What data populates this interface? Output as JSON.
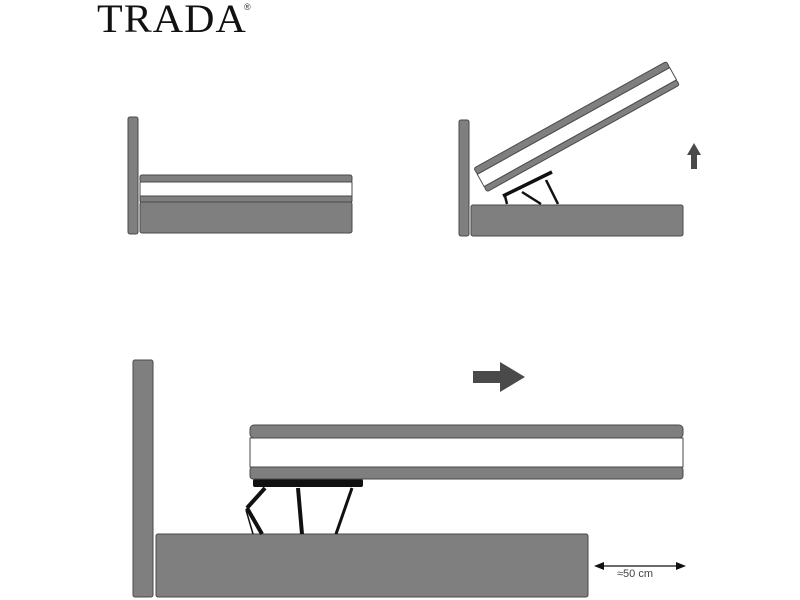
{
  "brand": {
    "logo_text": "TRADA",
    "registered_mark": "®"
  },
  "diagrams": [
    {
      "name": "bed-closed",
      "state": "closed"
    },
    {
      "name": "bed-lifted",
      "state": "lid raised",
      "indicator": "arrow-up"
    },
    {
      "name": "bed-sliding",
      "state": "mattress slid forward",
      "indicator": "arrow-right"
    }
  ],
  "dimension": {
    "label": "≈50 cm"
  },
  "colors": {
    "upholstery": "#7f7f7f",
    "outline": "#4a4a4a",
    "mattress": "#ffffff",
    "mechanism": "#111111",
    "arrow": "#4a4a4a"
  }
}
